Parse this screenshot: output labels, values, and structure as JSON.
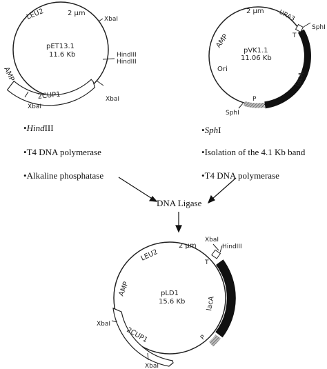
{
  "plasmid_1": {
    "name": "pET13.1",
    "size": "11.6 Kb",
    "labels": {
      "leu2": "LEU2",
      "two_micron": "2 µm",
      "xbai_top": "XbaI",
      "hindiii_a": "HindIII",
      "hindiii_b": "HindIII",
      "amp": "AMP",
      "cup1": "2CUP1",
      "xbai_right": "XbaI",
      "xbai_left": "XbaI"
    }
  },
  "plasmid_2": {
    "name": "pVK1.1",
    "size": "11.06 Kb",
    "labels": {
      "two_micron": "2 µm",
      "ura3": "URA3",
      "sphi_top": "SphI",
      "t": "T",
      "amp": "AMP",
      "ori": "Ori",
      "laca": "lacA",
      "p": "P",
      "sphi_bottom": "SphI"
    }
  },
  "steps_left": [
    {
      "italic": "Hind",
      "rest": "III"
    },
    {
      "italic": "",
      "rest": "T4 DNA polymerase"
    },
    {
      "italic": "",
      "rest": "Alkaline phosphatase"
    }
  ],
  "steps_right": [
    {
      "italic": "Sph",
      "rest": "I"
    },
    {
      "italic": "",
      "rest": "Isolation of the 4.1 Kb band"
    },
    {
      "italic": "",
      "rest": "T4 DNA polymerase"
    }
  ],
  "ligase_label": "DNA Ligase",
  "plasmid_3": {
    "name": "pLD1",
    "size": "15.6 Kb",
    "labels": {
      "leu2": "LEU2",
      "two_micron": "2 µm",
      "xbai_top": "XbaI",
      "hindiii": "HindIII",
      "t": "T",
      "laca": "lacA",
      "p": "P",
      "amp": "AMP",
      "cup1": "2CUP1",
      "xbai_left": "XbaI",
      "xbai_bottom": "XbaI"
    }
  }
}
